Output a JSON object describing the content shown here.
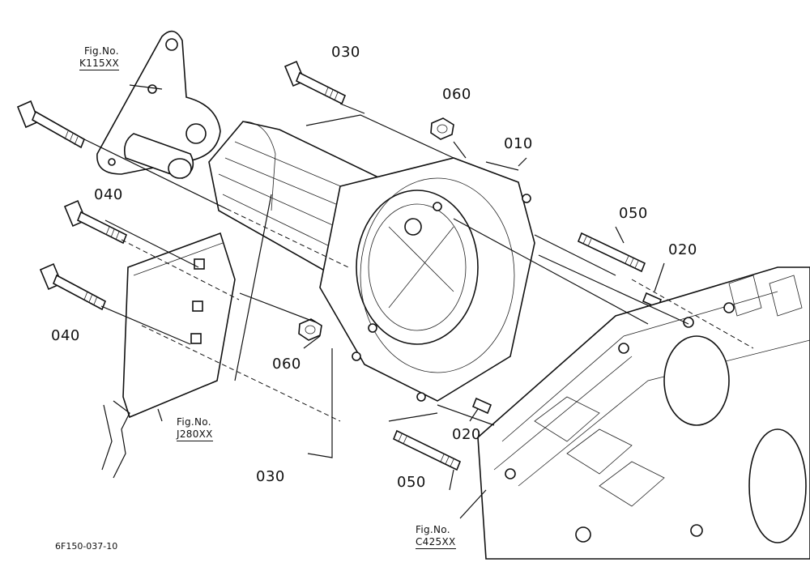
{
  "callouts": {
    "p010": "010",
    "p020_a": "020",
    "p020_b": "020",
    "p030_a": "030",
    "p030_b": "030",
    "p040_a": "040",
    "p040_b": "040",
    "p050_a": "050",
    "p050_b": "050",
    "p060_a": "060",
    "p060_b": "060"
  },
  "figure_refs": {
    "k115": {
      "label": "Fig.No.",
      "code": "K115XX"
    },
    "j280": {
      "label": "Fig.No.",
      "code": "J280XX"
    },
    "c425": {
      "label": "Fig.No.",
      "code": "C425XX"
    }
  },
  "drawing_code": "6F150-037-10"
}
